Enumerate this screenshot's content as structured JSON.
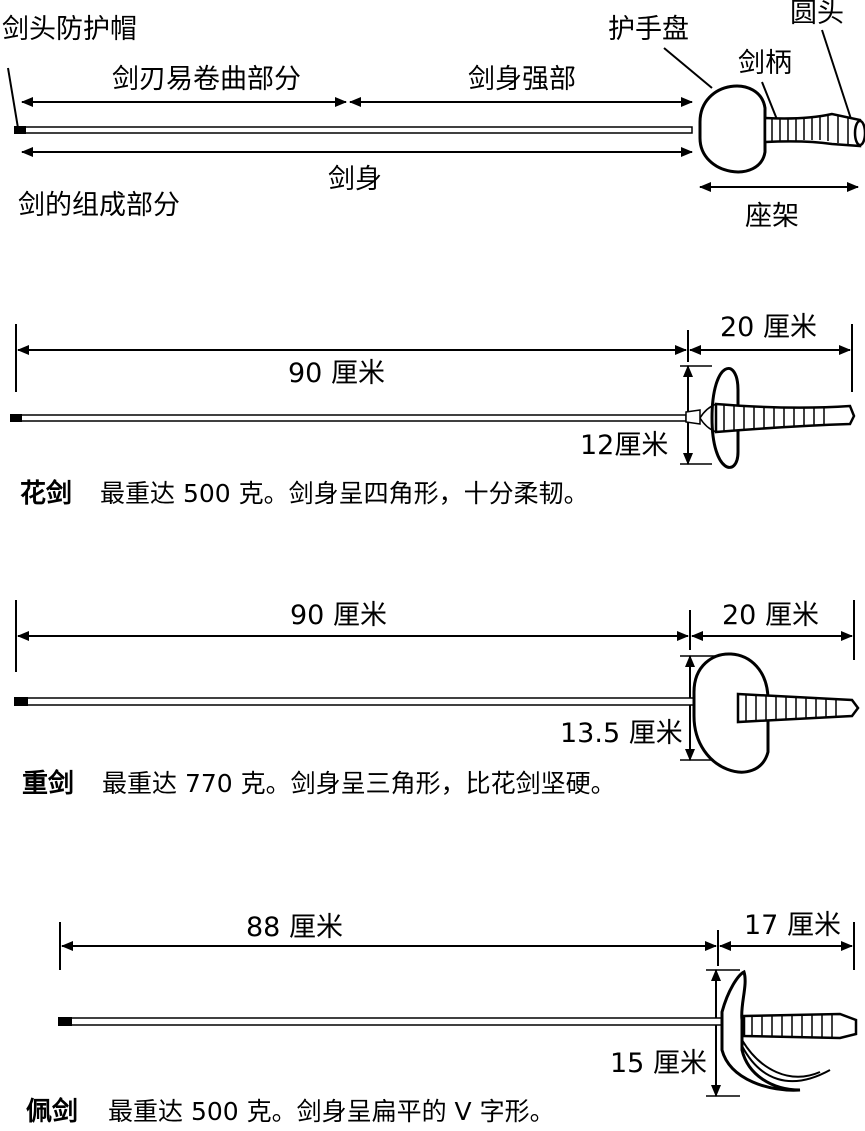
{
  "parts_diagram": {
    "tip_guard": "剑头防护帽",
    "flexible_part": "剑刃易卷曲部分",
    "strong_part": "剑身强部",
    "hand_guard": "护手盘",
    "grip": "剑柄",
    "pommel": "圆头",
    "blade": "剑身",
    "mount": "座架",
    "title": "剑的组成部分"
  },
  "foil": {
    "blade_length": "90 厘米",
    "hilt_length": "20 厘米",
    "guard_height": "12厘米",
    "name": "花剑",
    "description": "最重达 500 克。剑身呈四角形，十分柔韧。"
  },
  "epee": {
    "blade_length": "90 厘米",
    "hilt_length": "20 厘米",
    "guard_height": "13.5 厘米",
    "name": "重剑",
    "description": "最重达 770 克。剑身呈三角形，比花剑坚硬。"
  },
  "sabre": {
    "blade_length": "88 厘米",
    "hilt_length": "17 厘米",
    "guard_height": "15 厘米",
    "name": "佩剑",
    "description": "最重达 500 克。剑身呈扁平的 V 字形。"
  }
}
